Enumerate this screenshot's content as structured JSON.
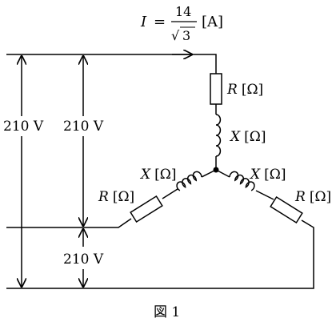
{
  "current": {
    "symbol": "I",
    "equals": "=",
    "numerator": "14",
    "denominator": "3",
    "radical": "√",
    "unit": "[A]"
  },
  "voltages": {
    "left_outer": "210 V",
    "left_inner": "210 V",
    "bottom": "210 V"
  },
  "components": {
    "r_label": "R",
    "x_label": "X",
    "ohm_unit": "[Ω]"
  },
  "figure_caption": "図 1"
}
